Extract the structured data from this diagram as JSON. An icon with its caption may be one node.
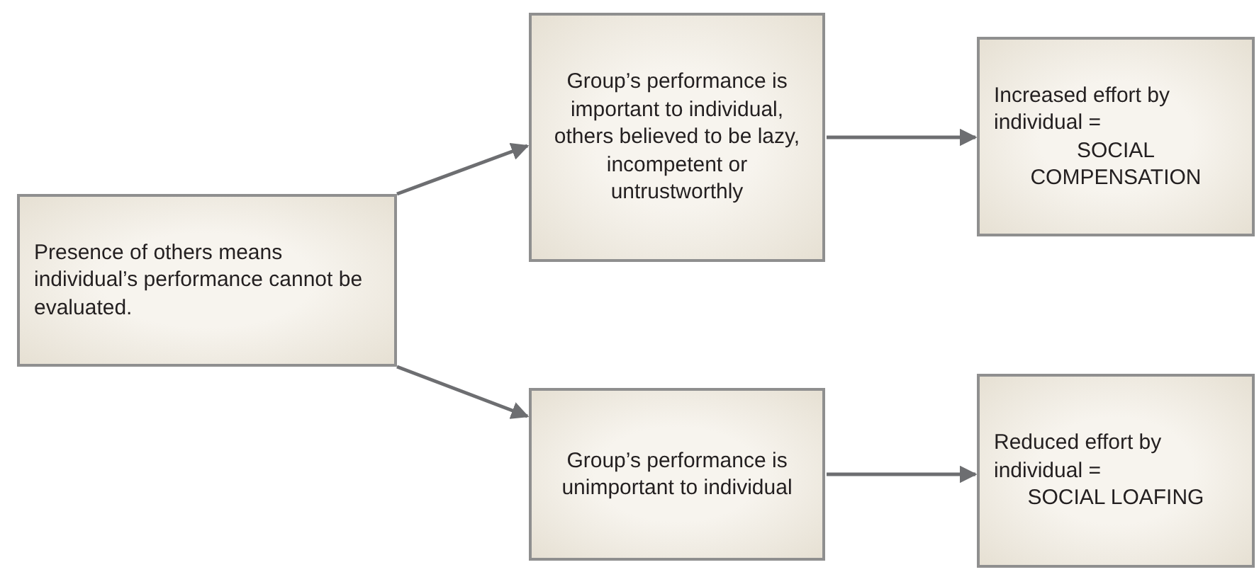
{
  "diagram": {
    "nodes": [
      {
        "text": [
          "Presence of others means individual’s performance cannot be evaluated."
        ]
      },
      {
        "text": [
          "Group’s performance is important to individual, others believed to be lazy, incompetent or untrustworthly"
        ]
      },
      {
        "text": [
          "Increased effort by individual =",
          "SOCIAL COMPENSATION"
        ]
      },
      {
        "text": [
          "Group’s performance is unimportant to individual"
        ]
      },
      {
        "text": [
          "Reduced effort by individual =",
          "SOCIAL LOAFING"
        ]
      }
    ],
    "edges": [
      {
        "from": 0,
        "to": 1,
        "arrow": "to"
      },
      {
        "from": 1,
        "to": 2,
        "arrow": "to"
      },
      {
        "from": 0,
        "to": 3,
        "arrow": "to"
      },
      {
        "from": 3,
        "to": 4,
        "arrow": "to"
      }
    ]
  }
}
